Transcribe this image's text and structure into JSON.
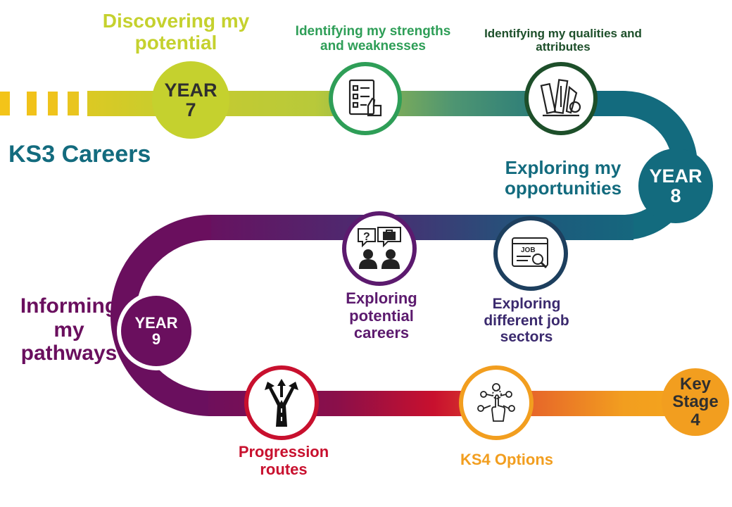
{
  "diagram": {
    "title": "KS3 Careers",
    "stages": [
      {
        "heading": [
          "Discovering my",
          "potential"
        ],
        "badge": [
          "YEAR",
          "7"
        ]
      },
      {
        "heading": [
          "Exploring my",
          "opportunities"
        ],
        "badge": [
          "YEAR",
          "8"
        ]
      },
      {
        "heading": [
          "Informing",
          "my",
          "pathways"
        ],
        "badge": [
          "YEAR",
          "9"
        ]
      }
    ],
    "steps": [
      {
        "label": [
          "Identifying my strengths",
          "and weaknesses"
        ],
        "icon": "checklist-thumbs-up-icon"
      },
      {
        "label": [
          "Identifying my qualities and",
          "attributes"
        ],
        "icon": "art-tools-icon"
      },
      {
        "label": [
          "Exploring",
          "different job",
          "sectors"
        ],
        "icon": "job-search-icon"
      },
      {
        "label": [
          "Exploring",
          "potential",
          "careers"
        ],
        "icon": "career-discussion-icon"
      },
      {
        "label": [
          "Progression",
          "routes"
        ],
        "icon": "diverging-road-icon"
      },
      {
        "label": [
          "KS4 Options"
        ],
        "icon": "hand-touch-network-icon"
      }
    ],
    "end_badge": [
      "Key",
      "Stage",
      "4"
    ],
    "icon_texts": {
      "question": "?",
      "job": "JOB"
    },
    "colors": {
      "year7": "#c5d12e",
      "strengths": "#2e9e57",
      "qualities": "#1d4f2a",
      "year8": "#136b7e",
      "year9": "#6a0f5e",
      "careers": "#5c1a6e",
      "sectors": "#3b2a6e",
      "progression": "#c8102e",
      "options": "#f29e1f",
      "key_stage": "#f29e1f",
      "title": "#136b7e"
    }
  }
}
